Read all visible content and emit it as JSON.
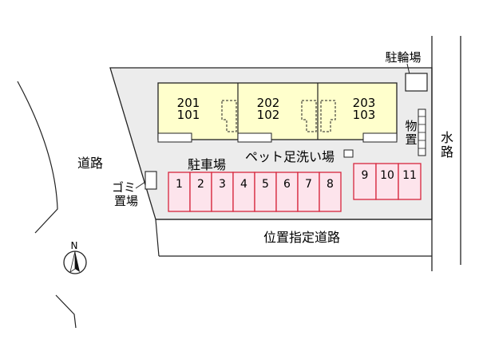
{
  "labels": {
    "bicycle_parking": "駐輪場",
    "storage": [
      "物",
      "置"
    ],
    "waterway": [
      "水",
      "路"
    ],
    "road_left": "道路",
    "garbage": [
      "ゴミ",
      "置場"
    ],
    "parking": "駐車場",
    "pet_wash": "ペット足洗い場",
    "designated_road": "位置指定道路",
    "north": "N"
  },
  "units": [
    {
      "upper": "201",
      "lower": "101"
    },
    {
      "upper": "202",
      "lower": "102"
    },
    {
      "upper": "203",
      "lower": "103"
    }
  ],
  "parking_spaces": [
    "1",
    "2",
    "3",
    "4",
    "5",
    "6",
    "7",
    "8",
    "9",
    "10",
    "11"
  ],
  "colors": {
    "building_fill": "#ffffcc",
    "lot_fill": "#ececec",
    "space_fill": "#fde4ec",
    "space_stroke": "#d7263d",
    "line": "#222222"
  }
}
